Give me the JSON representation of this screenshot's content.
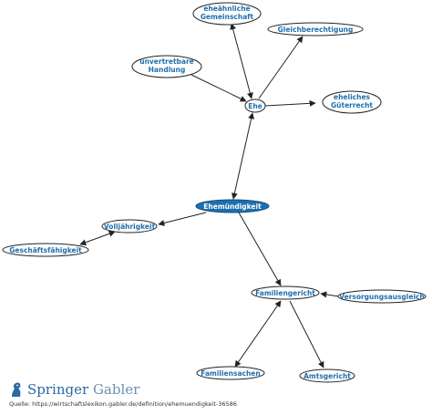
{
  "diagram": {
    "center": "Ehemündigkeit",
    "nodes": {
      "ehe": "Ehe",
      "ehe_gemeinschaft_1": "eheähnliche",
      "ehe_gemeinschaft_2": "Gemeinschaft",
      "gleichberechtigung": "Gleichberechtigung",
      "unvertretbare_1": "unvertretbare",
      "unvertretbare_2": "Handlung",
      "gueter_1": "eheliches",
      "gueter_2": "Güterrecht",
      "volljaehrigkeit": "Volljährigkeit",
      "geschaeftsfaehigkeit": "Geschäftsfähigkeit",
      "familiengericht": "Familiengericht",
      "versorgungsausgleich": "Versorgungsausgleich",
      "familiensachen": "Familiensachen",
      "amtsgericht": "Amtsgericht"
    }
  },
  "footer": {
    "brand_main": "Springer",
    "brand_sub": "Gabler",
    "source": "Quelle: https://wirtschaftslexikon.gabler.de/definition/ehemuendigkeit-36586"
  },
  "colors": {
    "accent": "#1f6fae",
    "center_fill": "#1f6fae",
    "edge": "#222222"
  }
}
